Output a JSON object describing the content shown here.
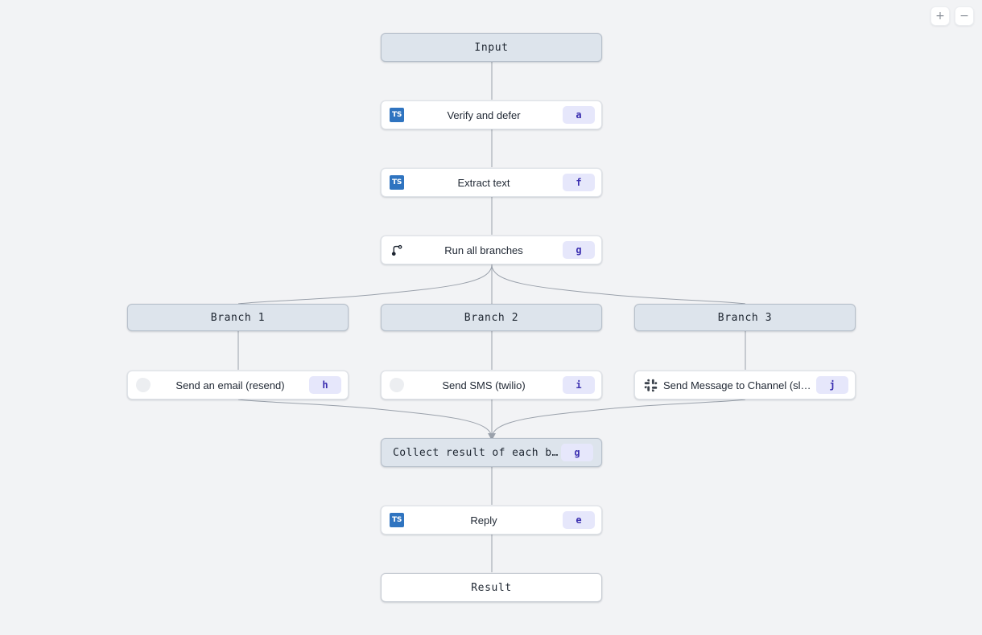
{
  "canvas": {
    "background_color": "#f2f3f5",
    "edge_color": "#9aa1ab"
  },
  "zoom_controls": {
    "zoom_in_label": "+",
    "zoom_out_label": "−"
  },
  "colors": {
    "terminal_fill": "#dde4ec",
    "terminal_border": "#b7c0cb",
    "step_fill": "#ffffff",
    "step_border": "#dfe3e8",
    "badge_fill": "#e6e7fb",
    "badge_text": "#3b2fb0",
    "ts_icon_fill": "#2f74c0"
  },
  "nodes": {
    "input": {
      "label": "Input",
      "kind": "terminal"
    },
    "verify": {
      "label": "Verify and defer",
      "badge": "a",
      "icon": "typescript-icon"
    },
    "extract": {
      "label": "Extract text",
      "badge": "f",
      "icon": "typescript-icon"
    },
    "run_all": {
      "label": "Run all branches",
      "badge": "g",
      "icon": "git-branch-icon"
    },
    "branch1": {
      "label": "Branch 1",
      "kind": "group"
    },
    "branch2": {
      "label": "Branch 2",
      "kind": "group"
    },
    "branch3": {
      "label": "Branch 3",
      "kind": "group"
    },
    "email": {
      "label": "Send an email (resend)",
      "badge": "h",
      "icon": "resend-icon"
    },
    "sms": {
      "label": "Send SMS (twilio)",
      "badge": "i",
      "icon": "twilio-icon"
    },
    "slack": {
      "label": "Send Message to Channel (slack)",
      "badge": "j",
      "icon": "slack-icon"
    },
    "collect": {
      "label": "Collect result of each branch",
      "badge": "g",
      "kind": "collect"
    },
    "reply": {
      "label": "Reply",
      "badge": "e",
      "icon": "typescript-icon"
    },
    "result": {
      "label": "Result",
      "kind": "terminal"
    }
  },
  "icon_text": {
    "typescript": "TS"
  }
}
